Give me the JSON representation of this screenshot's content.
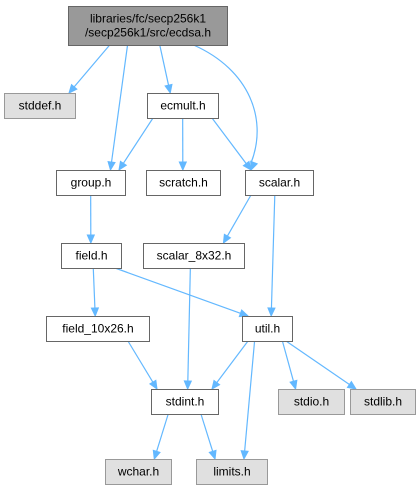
{
  "colors": {
    "edge": "#63b8ff",
    "root_fill": "#999999",
    "external_fill": "#e0e0e0",
    "external_stroke": "#999999",
    "local_fill": "#ffffff",
    "local_stroke": "#666666",
    "root_stroke": "#666666"
  },
  "nodes": [
    {
      "id": "ecdsa",
      "lines": [
        "libraries/fc/secp256k1",
        "/secp256k1/src/ecdsa.h"
      ],
      "kind": "root"
    },
    {
      "id": "stddef",
      "lines": [
        "stddef.h"
      ],
      "kind": "external"
    },
    {
      "id": "ecmult",
      "lines": [
        "ecmult.h"
      ],
      "kind": "local"
    },
    {
      "id": "group",
      "lines": [
        "group.h"
      ],
      "kind": "local"
    },
    {
      "id": "scratch",
      "lines": [
        "scratch.h"
      ],
      "kind": "local"
    },
    {
      "id": "scalar",
      "lines": [
        "scalar.h"
      ],
      "kind": "local"
    },
    {
      "id": "field",
      "lines": [
        "field.h"
      ],
      "kind": "local"
    },
    {
      "id": "scalar_8x32",
      "lines": [
        "scalar_8x32.h"
      ],
      "kind": "local"
    },
    {
      "id": "field_10x26",
      "lines": [
        "field_10x26.h"
      ],
      "kind": "local"
    },
    {
      "id": "util",
      "lines": [
        "util.h"
      ],
      "kind": "local"
    },
    {
      "id": "stdint",
      "lines": [
        "stdint.h"
      ],
      "kind": "local"
    },
    {
      "id": "stdio",
      "lines": [
        "stdio.h"
      ],
      "kind": "external"
    },
    {
      "id": "stdlib",
      "lines": [
        "stdlib.h"
      ],
      "kind": "external"
    },
    {
      "id": "wchar",
      "lines": [
        "wchar.h"
      ],
      "kind": "external"
    },
    {
      "id": "limits",
      "lines": [
        "limits.h"
      ],
      "kind": "external"
    }
  ],
  "edges": [
    {
      "from": "ecdsa",
      "to": "stddef"
    },
    {
      "from": "ecdsa",
      "to": "ecmult"
    },
    {
      "from": "ecdsa",
      "to": "group"
    },
    {
      "from": "ecdsa",
      "to": "scalar"
    },
    {
      "from": "ecmult",
      "to": "group"
    },
    {
      "from": "ecmult",
      "to": "scratch"
    },
    {
      "from": "ecmult",
      "to": "scalar"
    },
    {
      "from": "group",
      "to": "field"
    },
    {
      "from": "scalar",
      "to": "scalar_8x32"
    },
    {
      "from": "scalar",
      "to": "util"
    },
    {
      "from": "field",
      "to": "field_10x26"
    },
    {
      "from": "field",
      "to": "util"
    },
    {
      "from": "scalar_8x32",
      "to": "stdint"
    },
    {
      "from": "field_10x26",
      "to": "stdint"
    },
    {
      "from": "util",
      "to": "stdint"
    },
    {
      "from": "util",
      "to": "stdio"
    },
    {
      "from": "util",
      "to": "stdlib"
    },
    {
      "from": "util",
      "to": "limits"
    },
    {
      "from": "stdint",
      "to": "wchar"
    },
    {
      "from": "stdint",
      "to": "limits"
    }
  ]
}
